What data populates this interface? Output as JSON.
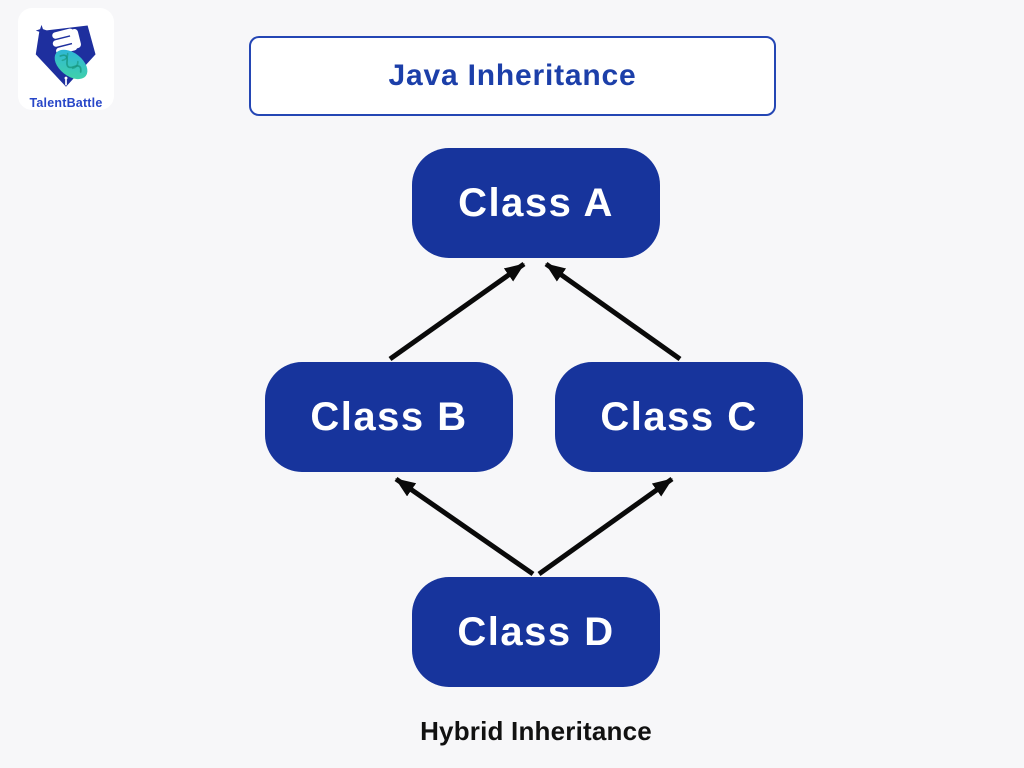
{
  "theme": {
    "background": "#f7f7f9",
    "node-fill": "#17349c",
    "node-text": "#ffffff",
    "title-color": "#1c3fa9",
    "title-border": "#2446b4",
    "arrow-color": "#0a0a0a",
    "caption-color": "#111111",
    "logo-text-color": "#2746c8",
    "logo-shield-fill": "#1e2f9e",
    "logo-brain-teal-1": "#2bb1e0",
    "logo-brain-teal-2": "#43d6a1"
  },
  "logo": {
    "text": "TalentBattle",
    "icon": "shield-fist-brain-icon"
  },
  "header": {
    "title": "Java Inheritance"
  },
  "diagram": {
    "type": "inheritance-diagram",
    "nodes": [
      {
        "id": "A",
        "label": "Class A"
      },
      {
        "id": "B",
        "label": "Class B"
      },
      {
        "id": "C",
        "label": "Class C"
      },
      {
        "id": "D",
        "label": "Class D"
      }
    ],
    "edges": [
      {
        "from": "Class B",
        "to": "Class A"
      },
      {
        "from": "Class C",
        "to": "Class A"
      },
      {
        "from": "Class D",
        "to": "Class B"
      },
      {
        "from": "Class D",
        "to": "Class C"
      }
    ]
  },
  "footer": {
    "caption": "Hybrid Inheritance"
  }
}
